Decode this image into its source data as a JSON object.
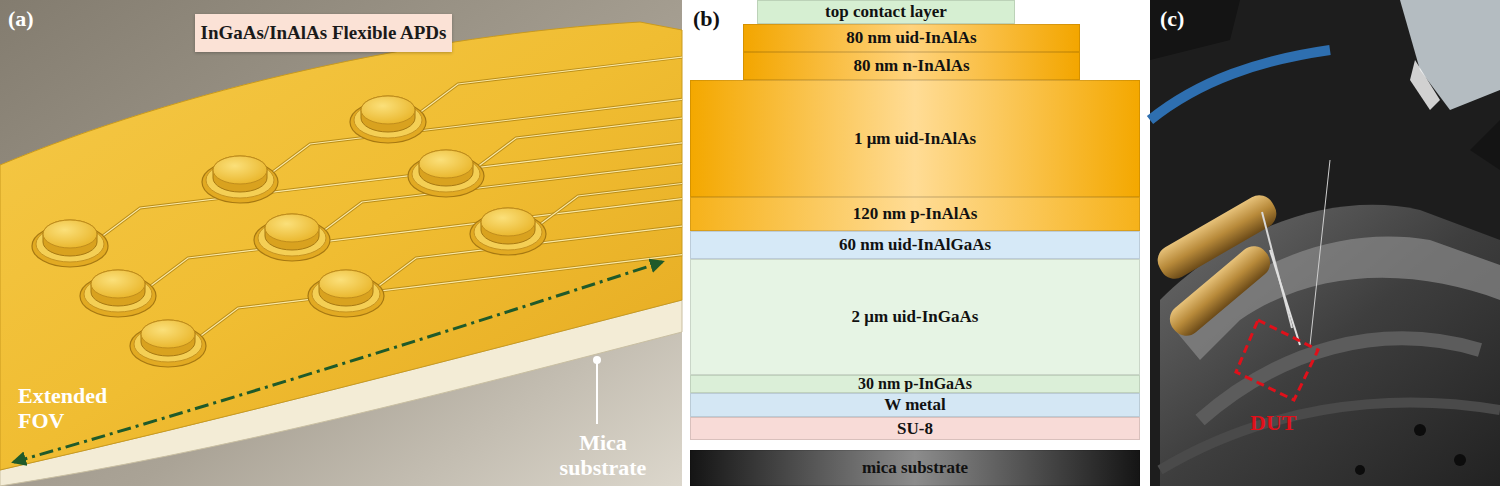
{
  "diagram": {
    "nodes": [
      {
        "text": [
          "InGaAs/InAlAs Flexible APDs"
        ]
      },
      {
        "text": [
          "top contact layer"
        ]
      },
      {
        "text": [
          "80 nm uid-InAlAs"
        ]
      },
      {
        "text": [
          "80 nm n-InAlAs"
        ]
      },
      {
        "text": [
          "1 μm uid-InAlAs"
        ]
      },
      {
        "text": [
          "120 nm p-InAlAs"
        ]
      },
      {
        "text": [
          "60 nm uid-InAlGaAs"
        ]
      },
      {
        "text": [
          "2 μm uid-InGaAs"
        ]
      },
      {
        "text": [
          "30 nm p-InGaAs"
        ]
      },
      {
        "text": [
          "W metal"
        ]
      },
      {
        "text": [
          "SU-8"
        ]
      },
      {
        "text": [
          "mica substrate"
        ]
      }
    ],
    "labels": [
      "(a)",
      "(b)",
      "(c)",
      "Extended FOV",
      "Mica substrate",
      "DUT"
    ]
  }
}
